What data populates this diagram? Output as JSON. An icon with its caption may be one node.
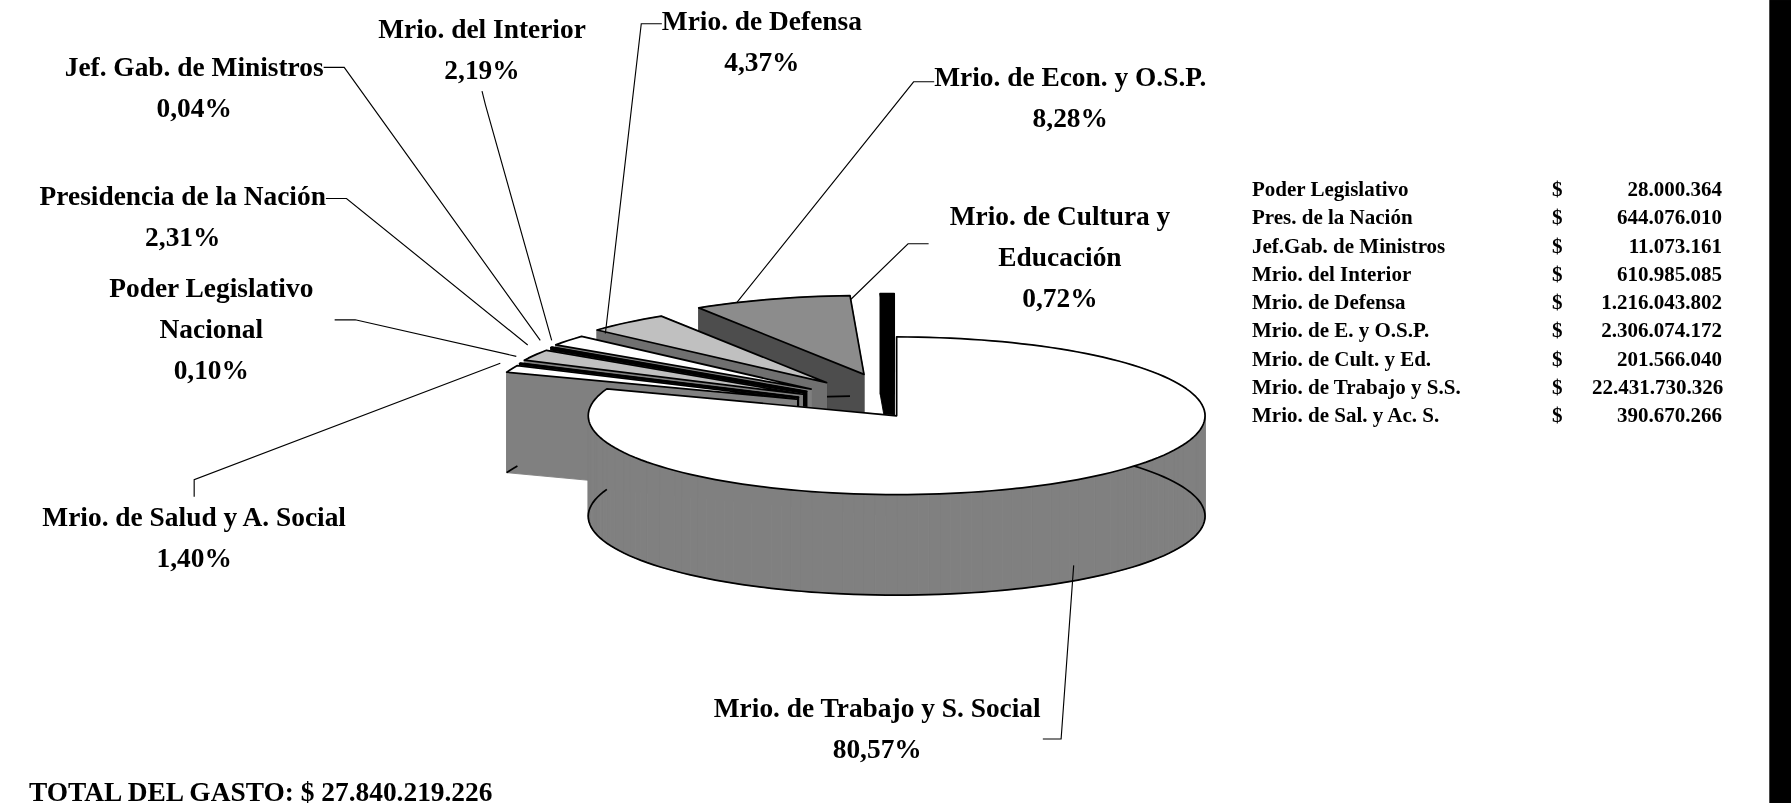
{
  "diagram": {
    "nodes": [
      {
        "text": [
          "Mrio. del Interior",
          "2,19%"
        ]
      },
      {
        "text": [
          "Mrio. de Defensa",
          "4,37%"
        ]
      },
      {
        "text": [
          "Jef. Gab. de Ministros",
          "0,04%"
        ]
      },
      {
        "text": [
          "Mrio. de Econ. y O.S.P.",
          "8,28%"
        ]
      },
      {
        "text": [
          "Presidencia de la Nación",
          "2,31%"
        ]
      },
      {
        "text": [
          "Mrio. de Cultura y Educación",
          "0,72%"
        ]
      },
      {
        "text": [
          "Poder Legislativo Nacional",
          "0,10%"
        ]
      },
      {
        "text": [
          "Mrio. de Salud y A. Social",
          "1,40%"
        ]
      },
      {
        "text": [
          "Mrio. de Trabajo y S. Social",
          "80,57%"
        ]
      },
      {
        "text": [],
        "shape": "pie"
      },
      {
        "text": [],
        "shape": "bar"
      }
    ],
    "edges": [
      {
        "from": 0,
        "to": 9,
        "arrow": "none"
      },
      {
        "from": 1,
        "to": 9,
        "arrow": "none"
      },
      {
        "from": 2,
        "to": 9,
        "arrow": "none"
      },
      {
        "from": 3,
        "to": 9,
        "arrow": "none"
      },
      {
        "from": 4,
        "to": 9,
        "arrow": "none"
      },
      {
        "from": 5,
        "to": 9,
        "arrow": "none"
      },
      {
        "from": 6,
        "to": 9,
        "arrow": "none"
      },
      {
        "from": 7,
        "to": 9,
        "arrow": "none"
      },
      {
        "from": 8,
        "to": 9,
        "arrow": "none"
      }
    ],
    "labels": [
      "Poder Legislativo",
      "$",
      "28.000.364",
      "Pres. de la Nación",
      "$",
      "644.076.010",
      "Jef.Gab. de Ministros",
      "$",
      "11.073.161",
      "Mrio. del Interior",
      "$",
      "610.985.085",
      "Mrio. de Defensa",
      "$",
      "1.216.043.802",
      "Mrio. de E. y O.S.P.",
      "$",
      "2.306.074.172",
      "Mrio. de Cult. y Ed.",
      "$",
      "201.566.040",
      "Mrio. de Trabajo y S.S.",
      "$",
      "22.431.730.326",
      "Mrio. de Sal. y Ac. S.",
      "$",
      "390.670.266",
      "TOTAL DEL GASTO: $ 27.840.219.226"
    ]
  }
}
